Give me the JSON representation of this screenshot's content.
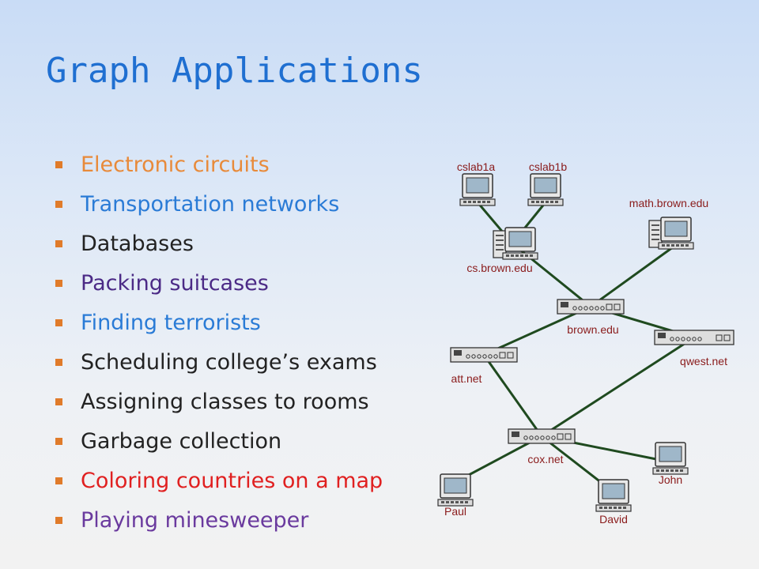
{
  "slide": {
    "title": "Graph Applications",
    "colors": {
      "title": "#1f6fd1",
      "bullet_marker": "#e07b2a",
      "link": "#1f4a1f",
      "node_label": "#8a1b1b"
    },
    "bullets": [
      {
        "text": "Electronic circuits",
        "color": "#e88a3a"
      },
      {
        "text": "Transportation networks",
        "color": "#2a7bd6"
      },
      {
        "text": "Databases",
        "color": "#222222"
      },
      {
        "text": "Packing suitcases",
        "color": "#4b2a86"
      },
      {
        "text": "Finding terrorists",
        "color": "#2a7bd6"
      },
      {
        "text": "Scheduling college’s exams",
        "color": "#222222"
      },
      {
        "text": "Assigning classes to rooms",
        "color": "#222222"
      },
      {
        "text": "Garbage collection",
        "color": "#222222"
      },
      {
        "text": "Coloring countries on a map",
        "color": "#e02020"
      },
      {
        "text": "Playing minesweeper",
        "color": "#6a3a9e"
      }
    ]
  },
  "network": {
    "nodes": [
      {
        "id": "cslab1a",
        "label": "cslab1a",
        "icon": "computer-icon"
      },
      {
        "id": "cslab1b",
        "label": "cslab1b",
        "icon": "computer-icon"
      },
      {
        "id": "math",
        "label": "math.brown.edu",
        "icon": "server-computer-icon"
      },
      {
        "id": "cs",
        "label": "cs.brown.edu",
        "icon": "server-computer-icon"
      },
      {
        "id": "brown",
        "label": "brown.edu",
        "icon": "router-icon"
      },
      {
        "id": "qwest",
        "label": "qwest.net",
        "icon": "router-icon"
      },
      {
        "id": "att",
        "label": "att.net",
        "icon": "router-icon"
      },
      {
        "id": "cox",
        "label": "cox.net",
        "icon": "router-icon"
      },
      {
        "id": "john",
        "label": "John",
        "icon": "computer-icon"
      },
      {
        "id": "paul",
        "label": "Paul",
        "icon": "computer-icon"
      },
      {
        "id": "david",
        "label": "David",
        "icon": "computer-icon"
      }
    ],
    "edges": [
      [
        "cslab1a",
        "cs"
      ],
      [
        "cslab1b",
        "cs"
      ],
      [
        "cs",
        "brown"
      ],
      [
        "math",
        "brown"
      ],
      [
        "brown",
        "att"
      ],
      [
        "brown",
        "qwest"
      ],
      [
        "att",
        "cox"
      ],
      [
        "qwest",
        "cox"
      ],
      [
        "cox",
        "john"
      ],
      [
        "cox",
        "paul"
      ],
      [
        "cox",
        "david"
      ]
    ]
  }
}
